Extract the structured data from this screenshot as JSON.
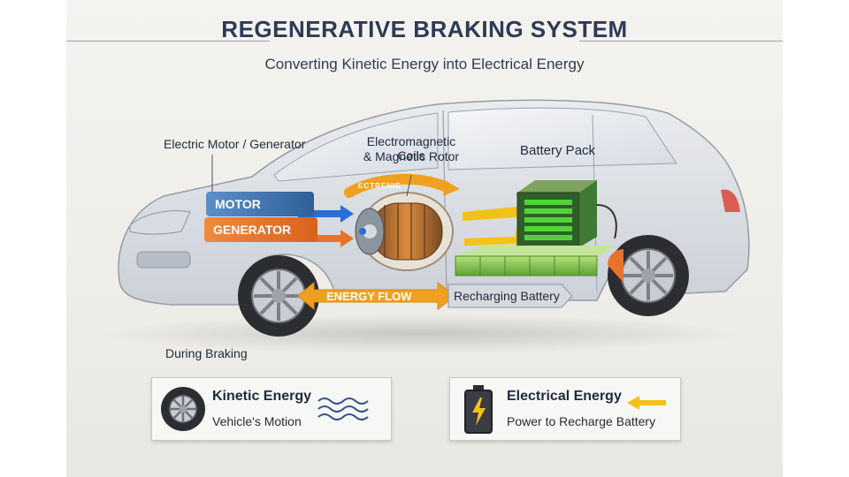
{
  "header": {
    "title": "REGENERATIVE BRAKING SYSTEM",
    "subtitle": "Converting Kinetic Energy into Electrical Energy"
  },
  "labels": {
    "motor_generator": "Electric Motor / Generator",
    "coils": "Electromagnetic Coils",
    "rotor": "& Magnetic Rotor",
    "battery_pack": "Battery Pack",
    "motor": "MOTOR",
    "generator": "GENERATOR",
    "energy_flow": "ENERGY FLOW",
    "recharging": "Recharging Battery",
    "during_braking": "During Braking",
    "coil_arc_text": "ECTRENIE"
  },
  "info_boxes": [
    {
      "title": "Kinetic Energy",
      "subtitle": "Vehicle's Motion",
      "icon": "wheel-icon"
    },
    {
      "title": "Electrical Energy",
      "subtitle": "Power to Recharge Battery",
      "icon": "battery-icon"
    }
  ],
  "colors": {
    "title": "#2e3a55",
    "motor_pill": "#3d6fa8",
    "generator_pill": "#e8722a",
    "energy_arrow": "#f0a020",
    "battery_green": "#4cc22e",
    "flow_blue": "#2a6fd6",
    "flow_yellow": "#f2c21a"
  }
}
